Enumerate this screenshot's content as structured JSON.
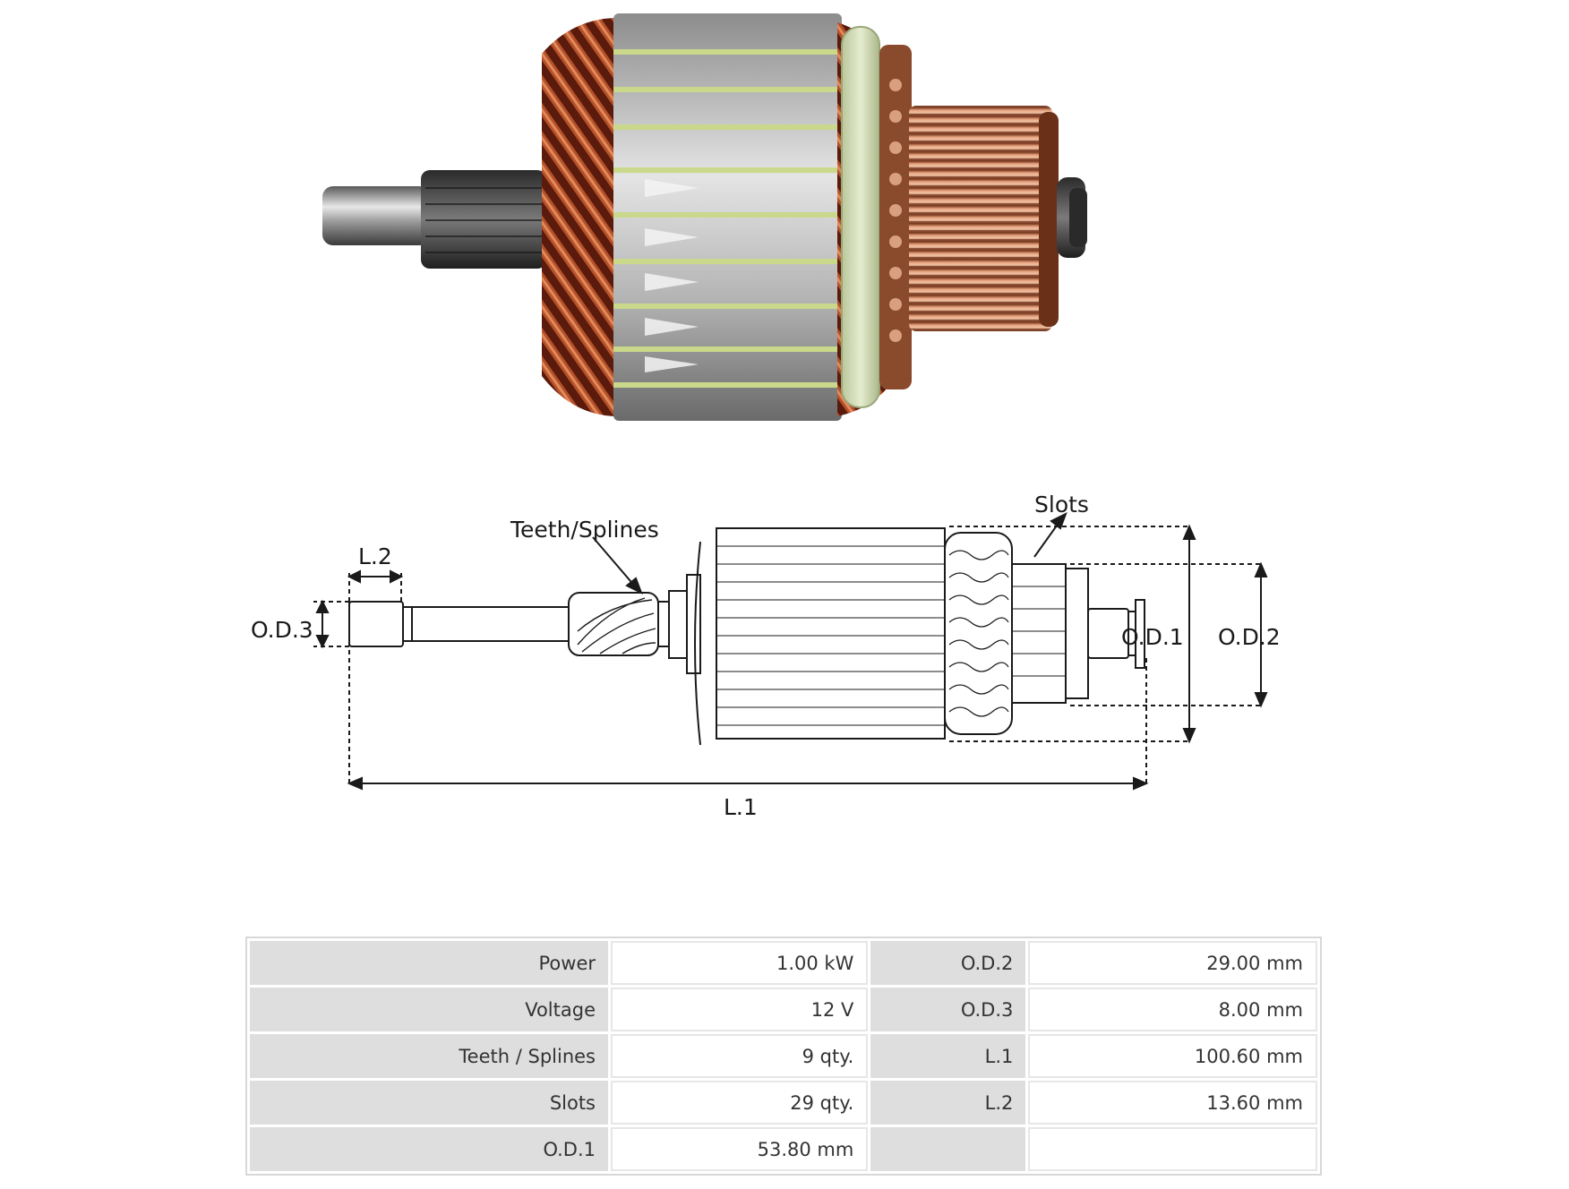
{
  "photo": {
    "icon": "starter-armature-photo"
  },
  "drawing": {
    "labels": {
      "slots": "Slots",
      "teeth_splines": "Teeth/Splines",
      "l2": "L.2",
      "od3": "O.D.3",
      "od1": "O.D.1",
      "od2": "O.D.2",
      "l1": "L.1"
    }
  },
  "specs": {
    "rows": [
      {
        "k1": "Power",
        "v1": "1.00 kW",
        "k2": "O.D.2",
        "v2": "29.00 mm"
      },
      {
        "k1": "Voltage",
        "v1": "12 V",
        "k2": "O.D.3",
        "v2": "8.00 mm"
      },
      {
        "k1": "Teeth / Splines",
        "v1": "9 qty.",
        "k2": "L.1",
        "v2": "100.60 mm"
      },
      {
        "k1": "Slots",
        "v1": "29 qty.",
        "k2": "L.2",
        "v2": "13.60 mm"
      },
      {
        "k1": "O.D.1",
        "v1": "53.80 mm",
        "k2": "",
        "v2": ""
      }
    ]
  }
}
